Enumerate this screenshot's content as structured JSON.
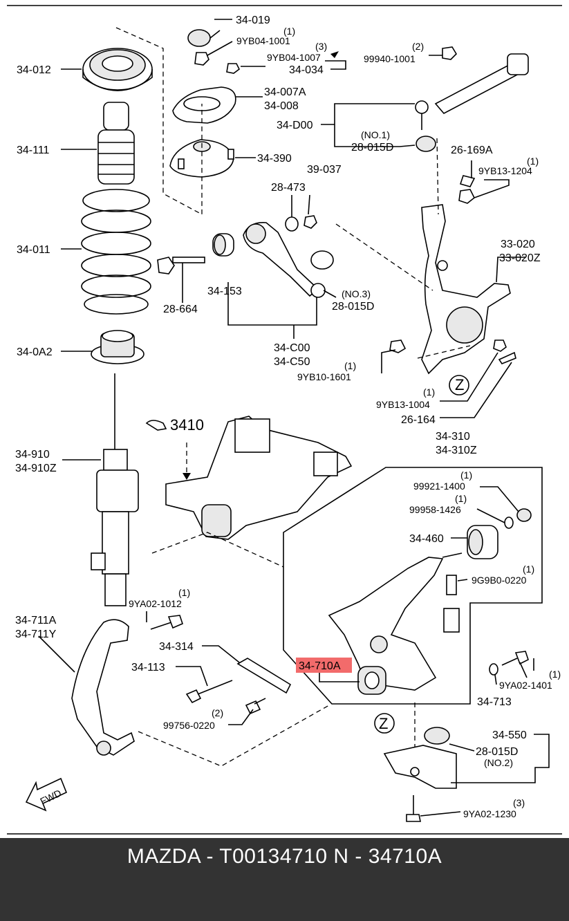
{
  "labels": {
    "p34_019": "34-019",
    "p9yb04_1001": "9YB04-1001",
    "q1_a": "(1)",
    "p9yb04_1007": "9YB04-1007",
    "q3_a": "(3)",
    "p34_034": "34-034",
    "p99940_1001": "99940-1001",
    "q2_a": "(2)",
    "p34_012": "34-012",
    "p34_007a": "34-007A",
    "p34_008": "34-008",
    "p34_d00": "34-D00",
    "no1": "(NO.1)",
    "p28_015d_a": "28-015D",
    "p34_111": "34-111",
    "p34_390": "34-390",
    "p26_169a": "26-169A",
    "q1_b": "(1)",
    "p9yb13_1204": "9YB13-1204",
    "p39_037": "39-037",
    "p28_473": "28-473",
    "p34_011": "34-011",
    "p33_020": "33-020",
    "p33_020z": "33-020Z",
    "p34_153": "34-153",
    "no3": "(NO.3)",
    "p28_015d_b": "28-015D",
    "p28_664": "28-664",
    "p34_0a2": "34-0A2",
    "p34_c00": "34-C00",
    "p34_c50": "34-C50",
    "q1_c": "(1)",
    "p9yb10_1601": "9YB10-1601",
    "q1_d": "(1)",
    "p9yb13_1004": "9YB13-1004",
    "p26_164": "26-164",
    "p3410": "3410",
    "p34_910": "34-910",
    "p34_910z": "34-910Z",
    "p34_310": "34-310",
    "p34_310z": "34-310Z",
    "q1_e": "(1)",
    "p99921_1400": "99921-1400",
    "q1_f": "(1)",
    "p99958_1426": "99958-1426",
    "p34_460": "34-460",
    "q1_g": "(1)",
    "p9g9b0_0220": "9G9B0-0220",
    "q1_h": "(1)",
    "p9ya02_1012": "9YA02-1012",
    "p34_711a": "34-711A",
    "p34_711y": "34-711Y",
    "p34_314": "34-314",
    "p34_710a": "34-710A",
    "p34_113": "34-113",
    "q1_i": "(1)",
    "p9ya02_1401": "9YA02-1401",
    "q2_b": "(2)",
    "p99756_0220": "99756-0220",
    "p34_713": "34-713",
    "z1": "Z",
    "z2": "Z",
    "p34_550": "34-550",
    "p28_015d_c": "28-015D",
    "no2": "(NO.2)",
    "q3_b": "(3)",
    "p9ya02_1230": "9YA02-1230",
    "fwd": "FWD"
  },
  "highlight_color": "#f26b6b",
  "footer": {
    "text": "MAZDA - T00134710    N - 34710A"
  }
}
